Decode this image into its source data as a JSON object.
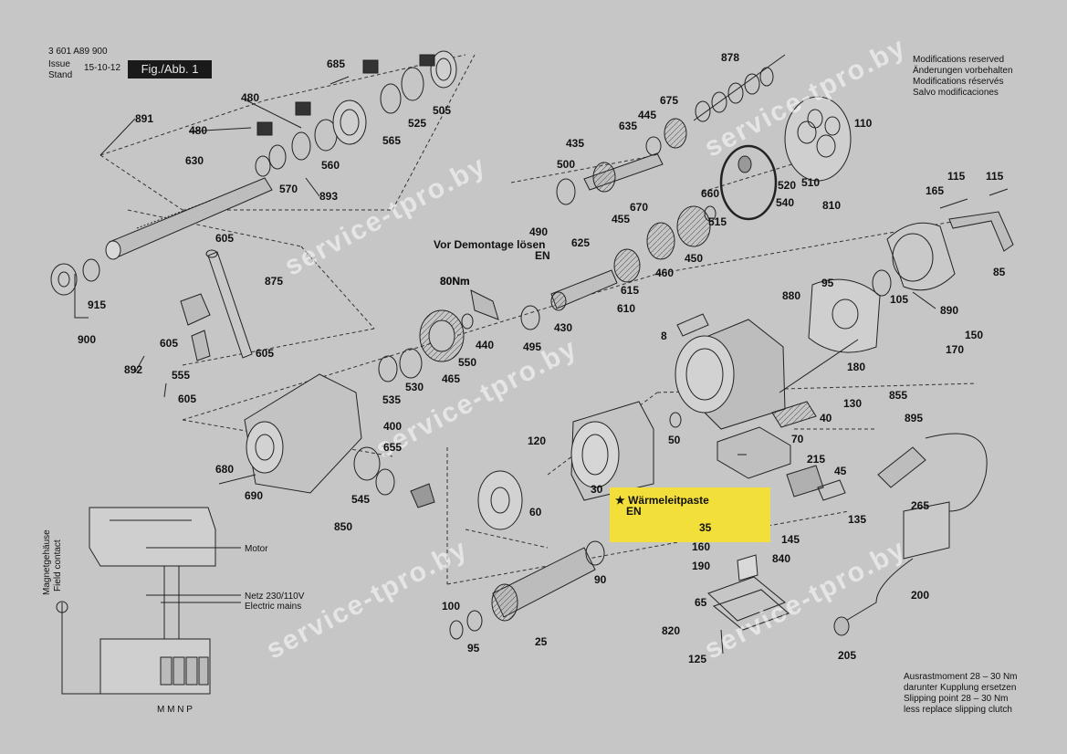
{
  "header": {
    "drawing_number": "3 601 A89 900",
    "issue_label": "Issue",
    "stand_label": "Stand",
    "date": "15-10-12",
    "figure": "Fig./Abb. 1"
  },
  "modifications": [
    "Modifications reserved",
    "Änderungen vorbehalten",
    "Modifications réservés",
    "Salvo modificaciones"
  ],
  "notes": {
    "dismantle": [
      "Vor Demontage lösen",
      "EN"
    ],
    "torque": "80Nm",
    "thermal_paste": [
      "★ Wärmeleitpaste",
      "EN"
    ],
    "clutch": [
      "Ausrastmoment 28 – 30 Nm",
      "darunter Kupplung ersetzen",
      "Slipping point 28 – 30 Nm",
      "less replace slipping clutch"
    ]
  },
  "wiring": {
    "field_contact": [
      "Magnetgehäuse",
      "Field contact"
    ],
    "motor": "Motor",
    "mains": [
      "Netz 230/110V",
      "Electric mains"
    ],
    "terminals": "M M N P"
  },
  "watermark": "service-tpro.by",
  "part_labels": [
    "685",
    "878",
    "480",
    "675",
    "480",
    "891",
    "445",
    "505",
    "525",
    "565",
    "635",
    "110",
    "435",
    "560",
    "630",
    "570",
    "893",
    "500",
    "115",
    "115",
    "165",
    "660",
    "520",
    "510",
    "670",
    "540",
    "810",
    "490",
    "455",
    "515",
    "605",
    "875",
    "625",
    "450",
    "460",
    "95",
    "85",
    "880",
    "615",
    "105",
    "80Nm",
    "890",
    "430",
    "610",
    "150",
    "170",
    "440",
    "495",
    "465",
    "550",
    "8",
    "900",
    "915",
    "605",
    "892",
    "555",
    "605",
    "605",
    "535",
    "530",
    "180",
    "130",
    "855",
    "40",
    "895",
    "400",
    "120",
    "50",
    "70",
    "655",
    "215",
    "45",
    "680",
    "690",
    "545",
    "30",
    "60",
    "850",
    "135",
    "35",
    "145",
    "160",
    "840",
    "265",
    "190",
    "90",
    "200",
    "65",
    "100",
    "95",
    "25",
    "820",
    "125",
    "205"
  ]
}
